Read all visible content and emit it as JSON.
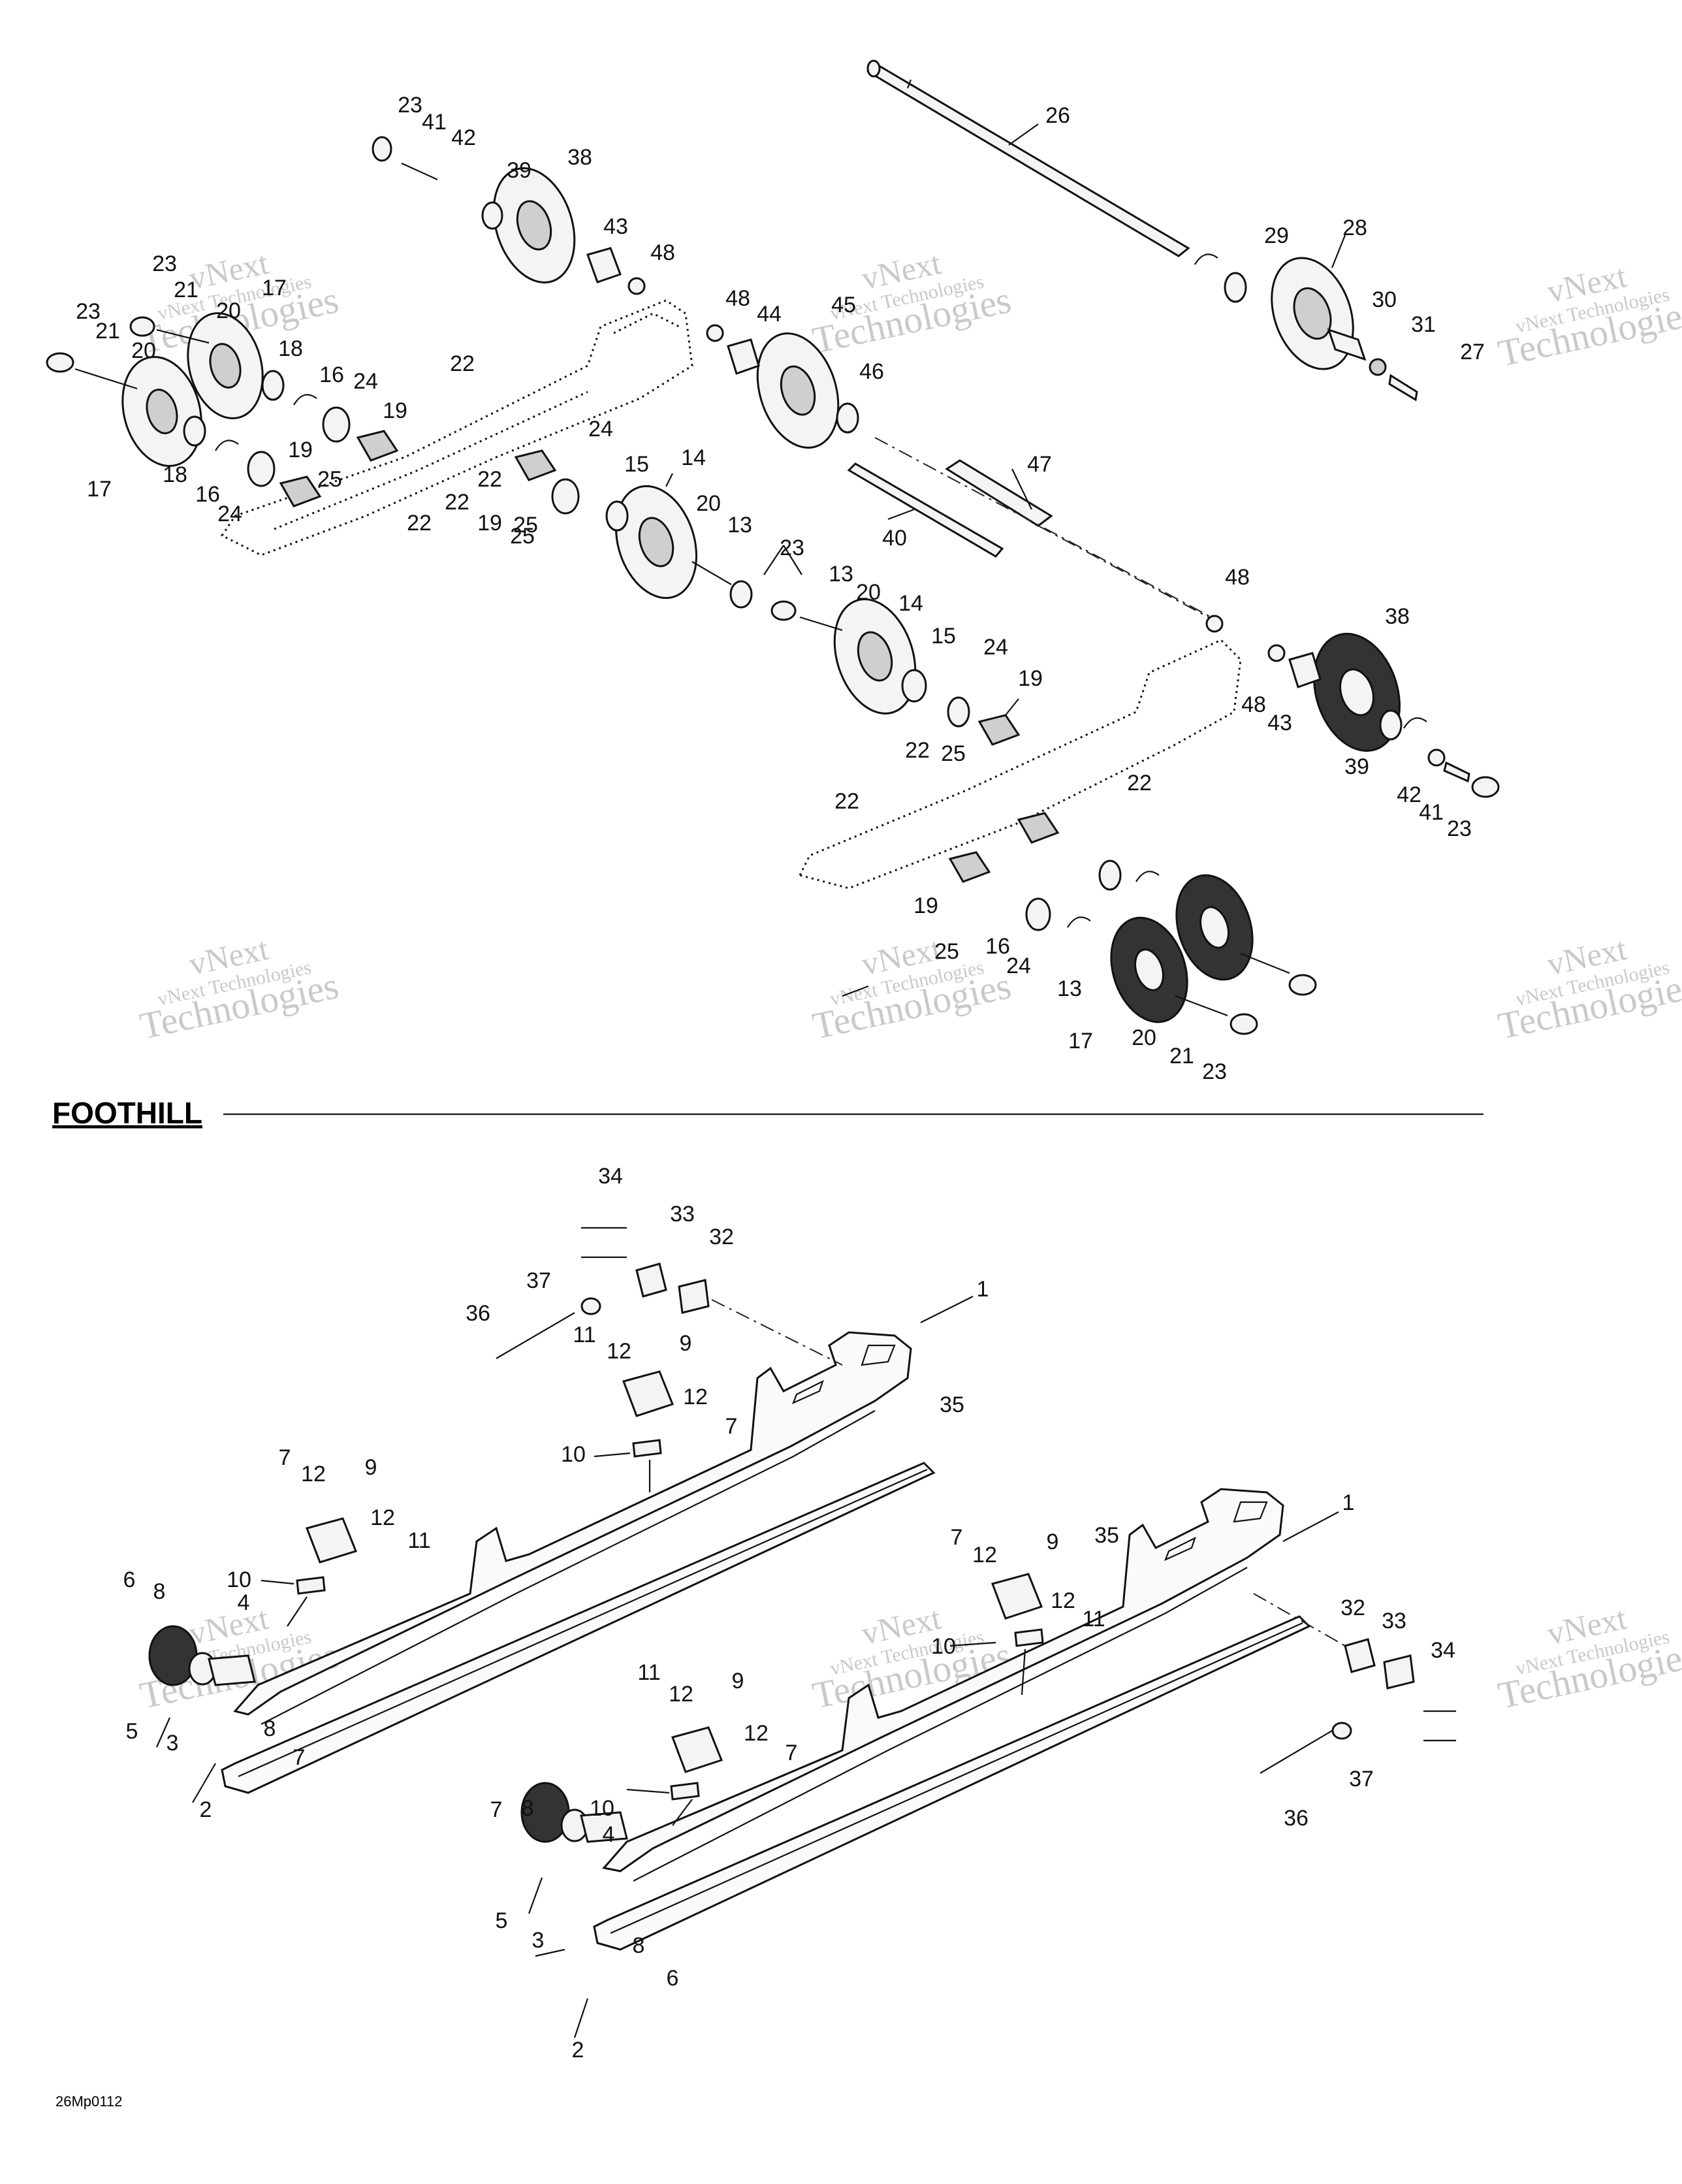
{
  "section_title": "FOOTHILL",
  "diagram_code": "26Mp0112",
  "watermark": {
    "line1": "vNext",
    "line2": "vNext Technologies",
    "line3": "Technologies"
  },
  "callouts_upper": [
    {
      "label": "23"
    },
    {
      "label": "41"
    },
    {
      "label": "42"
    },
    {
      "label": "39"
    },
    {
      "label": "38"
    },
    {
      "label": "26"
    },
    {
      "label": "43"
    },
    {
      "label": "48"
    },
    {
      "label": "29"
    },
    {
      "label": "28"
    },
    {
      "label": "30"
    },
    {
      "label": "31"
    },
    {
      "label": "27"
    },
    {
      "label": "23"
    },
    {
      "label": "21"
    },
    {
      "label": "17"
    },
    {
      "label": "20"
    },
    {
      "label": "23"
    },
    {
      "label": "21"
    },
    {
      "label": "20"
    },
    {
      "label": "18"
    },
    {
      "label": "16"
    },
    {
      "label": "24"
    },
    {
      "label": "19"
    },
    {
      "label": "22"
    },
    {
      "label": "48"
    },
    {
      "label": "44"
    },
    {
      "label": "45"
    },
    {
      "label": "46"
    },
    {
      "label": "24"
    },
    {
      "label": "15"
    },
    {
      "label": "14"
    },
    {
      "label": "47"
    },
    {
      "label": "17"
    },
    {
      "label": "18"
    },
    {
      "label": "16"
    },
    {
      "label": "24"
    },
    {
      "label": "19"
    },
    {
      "label": "25"
    },
    {
      "label": "25"
    },
    {
      "label": "22"
    },
    {
      "label": "22"
    },
    {
      "label": "22"
    },
    {
      "label": "19"
    },
    {
      "label": "25"
    },
    {
      "label": "20"
    },
    {
      "label": "13"
    },
    {
      "label": "40"
    },
    {
      "label": "23"
    },
    {
      "label": "13"
    },
    {
      "label": "20"
    },
    {
      "label": "14"
    },
    {
      "label": "15"
    },
    {
      "label": "24"
    },
    {
      "label": "19"
    },
    {
      "label": "48"
    },
    {
      "label": "38"
    },
    {
      "label": "48"
    },
    {
      "label": "43"
    },
    {
      "label": "22"
    },
    {
      "label": "25"
    },
    {
      "label": "22"
    },
    {
      "label": "22"
    },
    {
      "label": "39"
    },
    {
      "label": "42"
    },
    {
      "label": "41"
    },
    {
      "label": "23"
    },
    {
      "label": "19"
    },
    {
      "label": "16"
    },
    {
      "label": "25"
    },
    {
      "label": "24"
    },
    {
      "label": "13"
    },
    {
      "label": "17"
    },
    {
      "label": "20"
    },
    {
      "label": "21"
    },
    {
      "label": "23"
    }
  ],
  "callouts_lower": [
    {
      "label": "34"
    },
    {
      "label": "33"
    },
    {
      "label": "32"
    },
    {
      "label": "37"
    },
    {
      "label": "36"
    },
    {
      "label": "1"
    },
    {
      "label": "11"
    },
    {
      "label": "12"
    },
    {
      "label": "9"
    },
    {
      "label": "12"
    },
    {
      "label": "35"
    },
    {
      "label": "7"
    },
    {
      "label": "10"
    },
    {
      "label": "7"
    },
    {
      "label": "12"
    },
    {
      "label": "9"
    },
    {
      "label": "12"
    },
    {
      "label": "11"
    },
    {
      "label": "10"
    },
    {
      "label": "6"
    },
    {
      "label": "8"
    },
    {
      "label": "4"
    },
    {
      "label": "5"
    },
    {
      "label": "3"
    },
    {
      "label": "8"
    },
    {
      "label": "7"
    },
    {
      "label": "2"
    },
    {
      "label": "1"
    },
    {
      "label": "7"
    },
    {
      "label": "12"
    },
    {
      "label": "9"
    },
    {
      "label": "35"
    },
    {
      "label": "12"
    },
    {
      "label": "11"
    },
    {
      "label": "10"
    },
    {
      "label": "32"
    },
    {
      "label": "33"
    },
    {
      "label": "34"
    },
    {
      "label": "11"
    },
    {
      "label": "9"
    },
    {
      "label": "12"
    },
    {
      "label": "12"
    },
    {
      "label": "7"
    },
    {
      "label": "37"
    },
    {
      "label": "36"
    },
    {
      "label": "7"
    },
    {
      "label": "8"
    },
    {
      "label": "10"
    },
    {
      "label": "4"
    },
    {
      "label": "5"
    },
    {
      "label": "3"
    },
    {
      "label": "8"
    },
    {
      "label": "6"
    },
    {
      "label": "2"
    }
  ]
}
